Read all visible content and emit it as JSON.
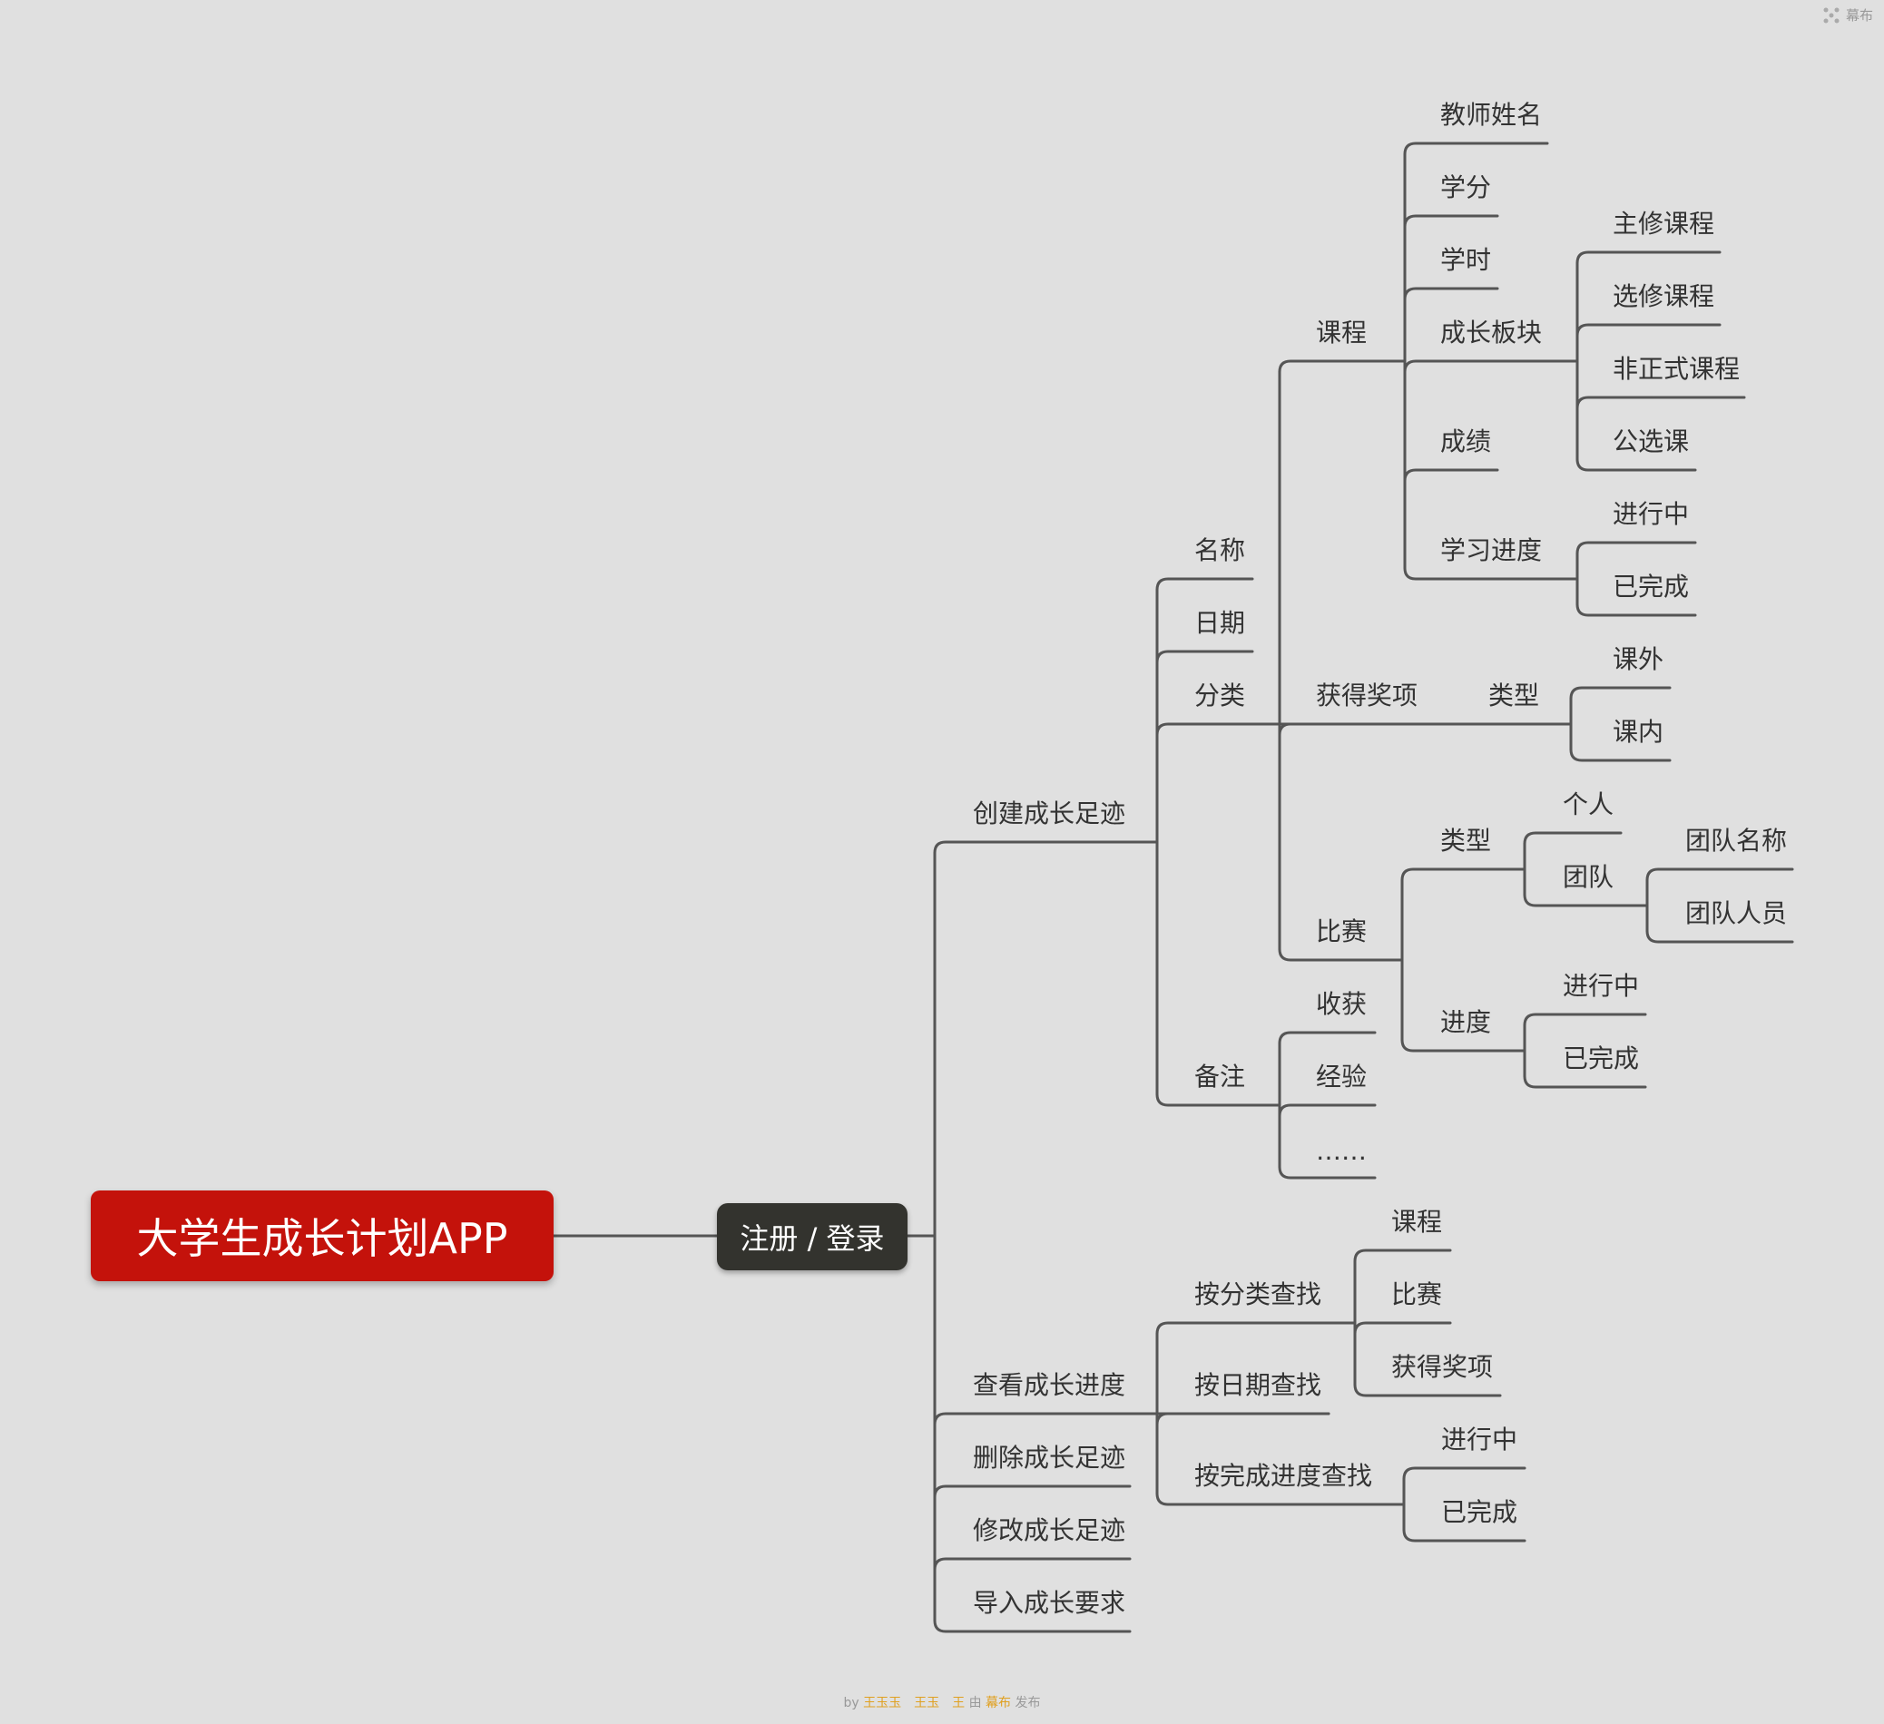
{
  "brand": {
    "name": "幕布"
  },
  "root": {
    "label": "大学生成长计划APP"
  },
  "branch": {
    "label": "注册 / 登录"
  },
  "footer": {
    "by": "by",
    "author": "王玉玉　王玉　王",
    "mid": "由",
    "platform": "幕布",
    "end": "发布"
  },
  "colors": {
    "root": "#c4120b",
    "branch": "#33332e",
    "line": "#555555",
    "background": "#e0e0e0"
  },
  "nodes": {
    "create": "创建成长足迹",
    "name": "名称",
    "date": "日期",
    "category": "分类",
    "course": "课程",
    "teacher": "教师姓名",
    "credit": "学分",
    "hours": "学时",
    "module": "成长板块",
    "major": "主修课程",
    "elective": "选修课程",
    "informal": "非正式课程",
    "public": "公选课",
    "grade": "成绩",
    "progress": "学习进度",
    "ongoing1": "进行中",
    "done1": "已完成",
    "award": "获得奖项",
    "awardType": "类型",
    "outside": "课外",
    "inside": "课内",
    "contest": "比赛",
    "contestType": "类型",
    "individual": "个人",
    "team": "团队",
    "teamName": "团队名称",
    "teamMembers": "团队人员",
    "contestProgress": "进度",
    "ongoing2": "进行中",
    "done2": "已完成",
    "remark": "备注",
    "gain": "收获",
    "experience": "经验",
    "etc": "……",
    "view": "查看成长进度",
    "byCategory": "按分类查找",
    "catCourse": "课程",
    "catContest": "比赛",
    "catAward": "获得奖项",
    "byDate": "按日期查找",
    "byProgress": "按完成进度查找",
    "ongoing3": "进行中",
    "done3": "已完成",
    "delete": "删除成长足迹",
    "edit": "修改成长足迹",
    "import": "导入成长要求"
  }
}
